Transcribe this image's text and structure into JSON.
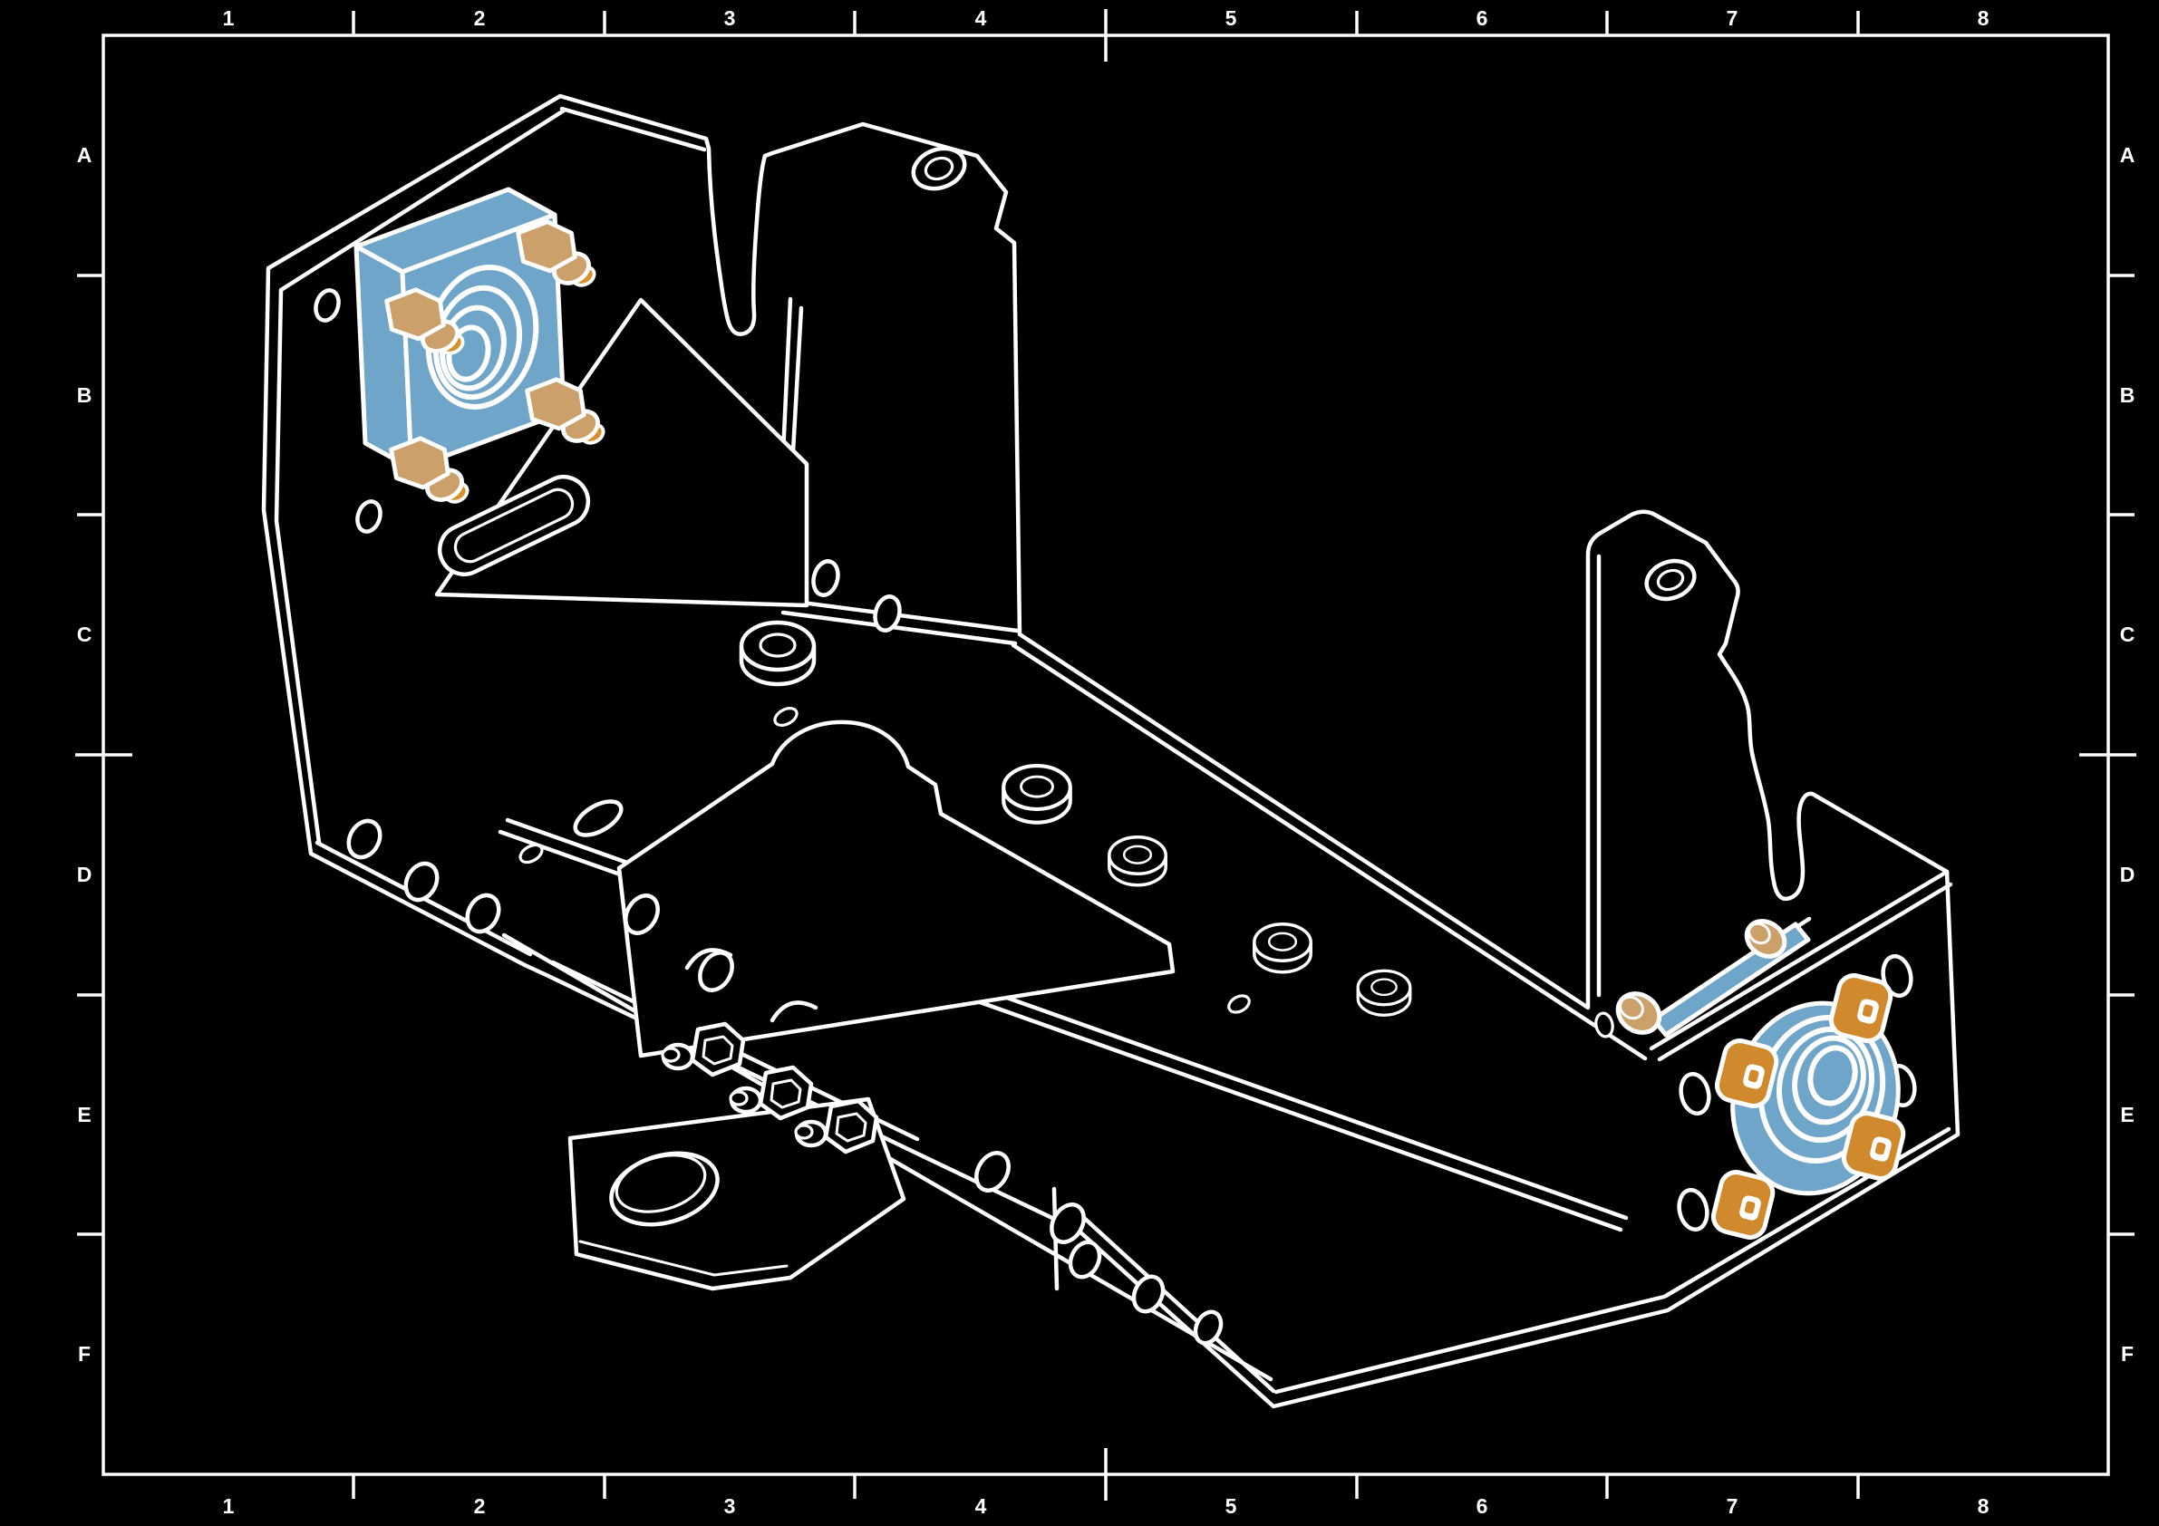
{
  "meta": {
    "description": "Black engineering drawing sheet with zone-reference border showing a white isometric CAD line drawing of a sheet-metal chassis bracket assembly; a bearing block, a bearing flange and an axle pin are highlighted in blue with tan/orange fasteners"
  },
  "frame": {
    "columns": [
      "1",
      "2",
      "3",
      "4",
      "5",
      "6",
      "7",
      "8"
    ],
    "rows": [
      "A",
      "B",
      "C",
      "D",
      "E",
      "F"
    ]
  },
  "colors": {
    "bg": "#000000",
    "line": "#ffffff",
    "label": "#ffffff",
    "highlight": "#6FA5C8",
    "bolt-tan": "#CBA06B",
    "bolt-tip": "#D8902F",
    "bolt-orange": "#D0892D"
  },
  "parts": {
    "chassis": "sheet-metal chassis bracket",
    "bearing_block": "front bearing block (highlighted)",
    "bearing_flange": "rear bearing flange (highlighted)",
    "axle_pin": "axle pin with bushings (highlighted)",
    "hitch_bracket": "front hitch bracket",
    "standoffs": "floor standoffs",
    "mounting_ears": "mounting ear tabs"
  }
}
